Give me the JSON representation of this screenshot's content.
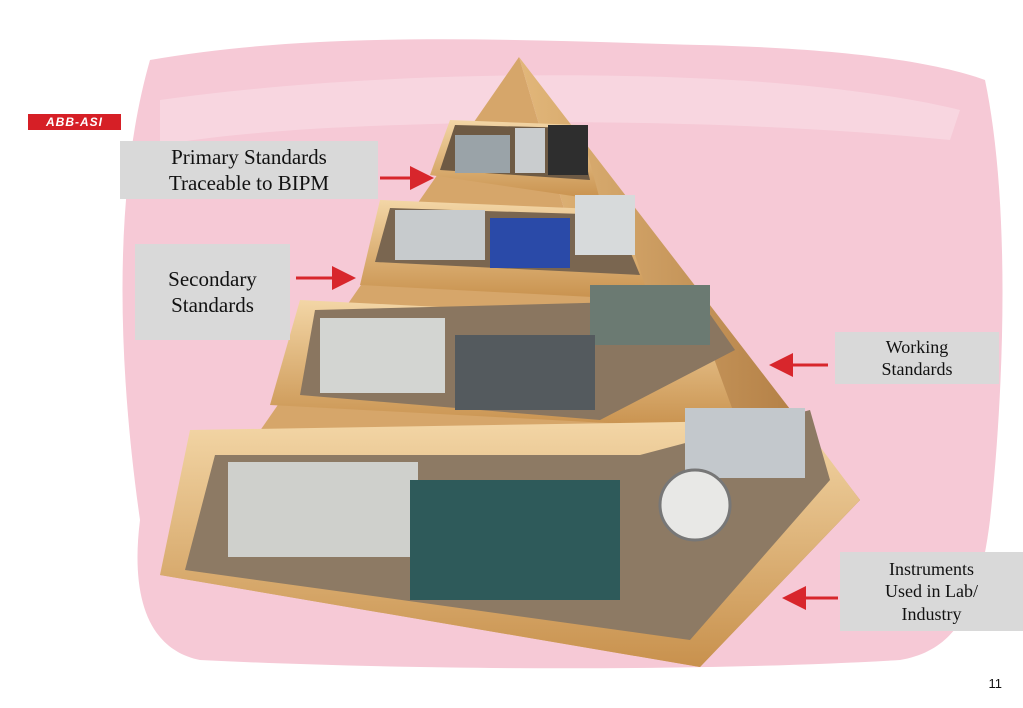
{
  "logo_text": "ABB-ASI",
  "labels": {
    "primary": "Primary Standards\nTraceable to BIPM",
    "secondary": "Secondary\nStandards",
    "working": "Working\nStandards",
    "instruments": "Instruments\nUsed in Lab/\nIndustry"
  },
  "page_number": "11",
  "colors": {
    "background_wash": "#f6c9d6",
    "pyramid_face": "#d6a66a",
    "pyramid_light": "#f1d2a0",
    "pyramid_dark": "#b07a3c",
    "arrow": "#d8262c",
    "label_box": "#d9d9d9",
    "logo": "#d61f26"
  }
}
